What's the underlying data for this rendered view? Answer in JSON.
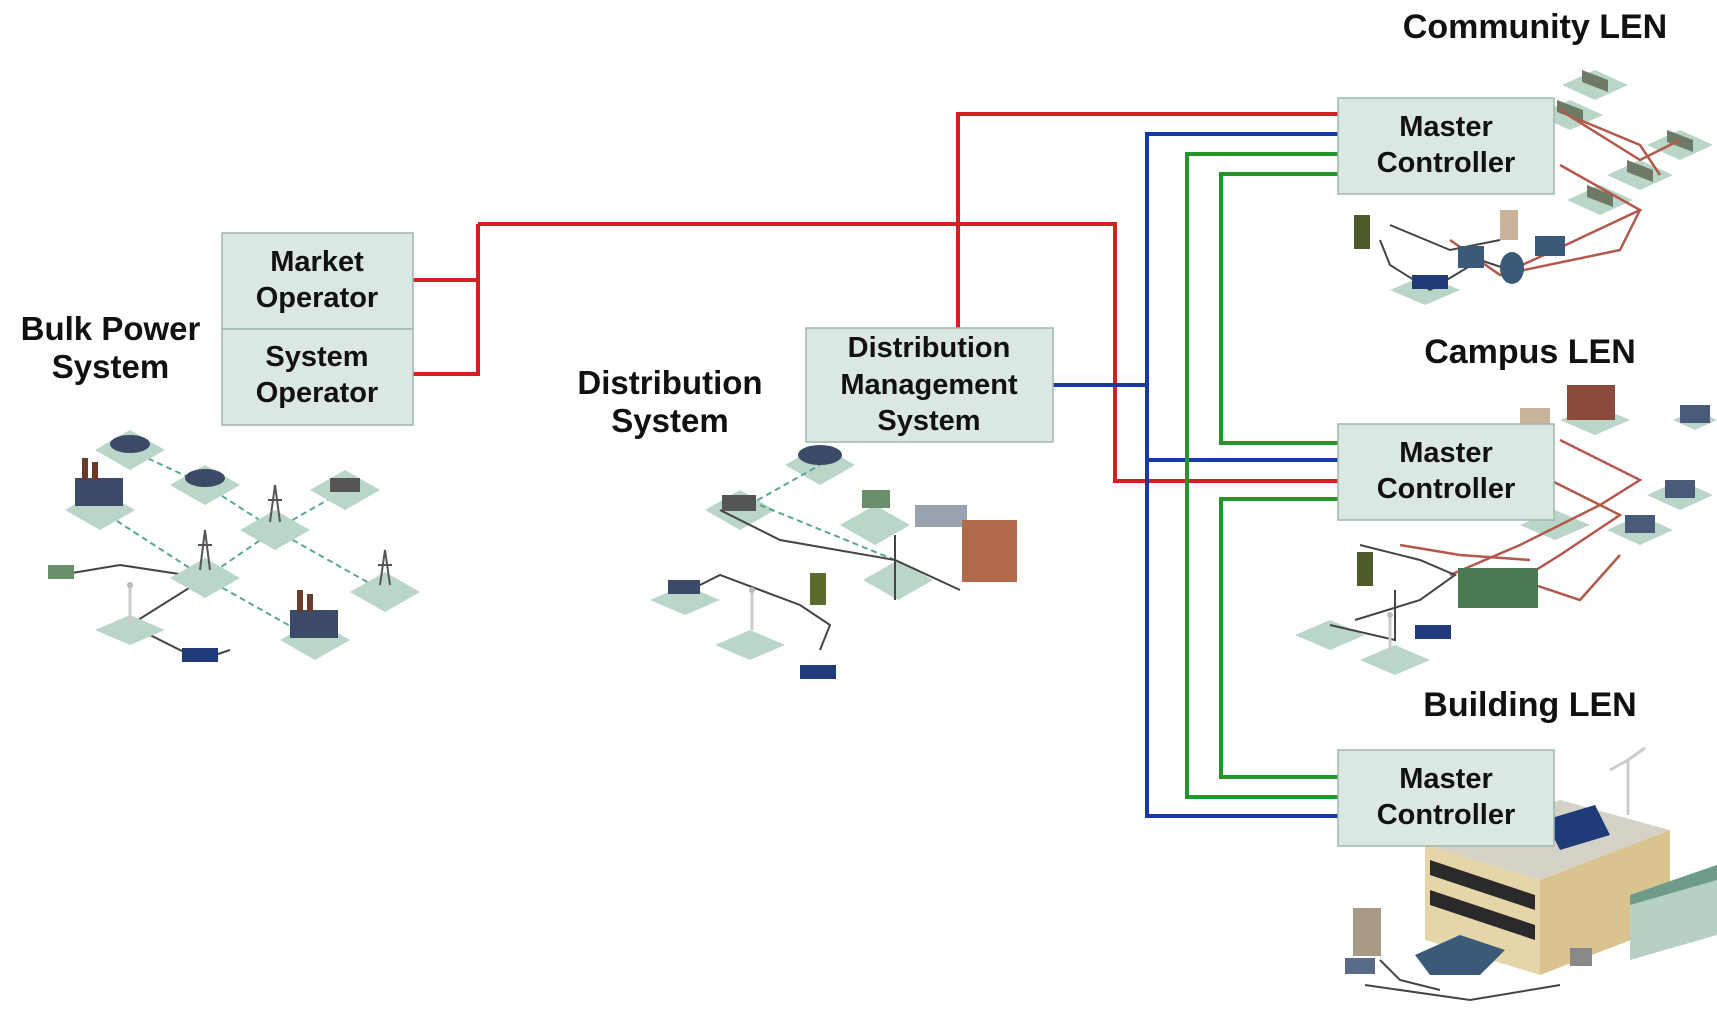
{
  "headings": {
    "bulk_power": [
      "Bulk Power",
      "System"
    ],
    "distribution": [
      "Distribution",
      "System"
    ],
    "community": "Community LEN",
    "campus": "Campus LEN",
    "building": "Building LEN"
  },
  "boxes": {
    "market_operator": [
      "Market",
      "Operator"
    ],
    "system_operator": [
      "System",
      "Operator"
    ],
    "dms": [
      "Distribution",
      "Management",
      "System"
    ],
    "master_controller": [
      "Master",
      "Controller"
    ]
  },
  "colors": {
    "market_link": "#d42020",
    "dms_link": "#1838a8",
    "peer_link": "#22962a",
    "box_fill": "#dbe7e1",
    "box_border": "#9fb8ad",
    "tile": "#b9d6c8",
    "dashed": "#5aa88f",
    "wire": "#444444",
    "microgrid_wire": "#b3584a"
  }
}
